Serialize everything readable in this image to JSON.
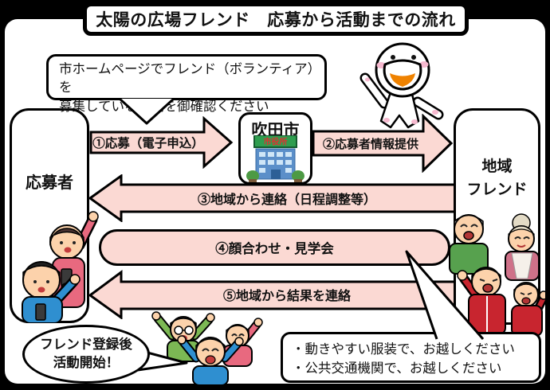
{
  "title": "太陽の広場フレンド　応募から活動までの流れ",
  "top_bubble": {
    "line1": "市ホームページでフレンド（ボランティア）を",
    "line2": "募集している地域を御確認ください"
  },
  "actors": {
    "applicant": "応募者",
    "city": "吹田市",
    "city_hall_sign": "市役所",
    "region_line1": "地域",
    "region_line2": "フレンド"
  },
  "steps": {
    "step1": "①応募（電子申込）",
    "step2": "②応募者情報提供",
    "step3": "③地域から連絡（日程調整等）",
    "step4": "④顔合わせ・見学会",
    "step5": "⑤地域から結果を連絡"
  },
  "bottom_left_bubble": {
    "line1": "フレンド登録後",
    "line2": "活動開始！"
  },
  "notes": {
    "line1": "・動きやすい服装で、お越しください",
    "line2": "・公共交通機関で、お越しください"
  },
  "illustrations": {
    "mascot": "suita-city-mascot",
    "city_hall": "city-hall-building",
    "applicants": "applicants-with-phones",
    "region_friends": "seniors-and-children",
    "celebration": "happy-group"
  },
  "colors": {
    "arrow_fill": "#FBD9D3",
    "outline": "#000000",
    "canvas": "#FFFFFF"
  }
}
